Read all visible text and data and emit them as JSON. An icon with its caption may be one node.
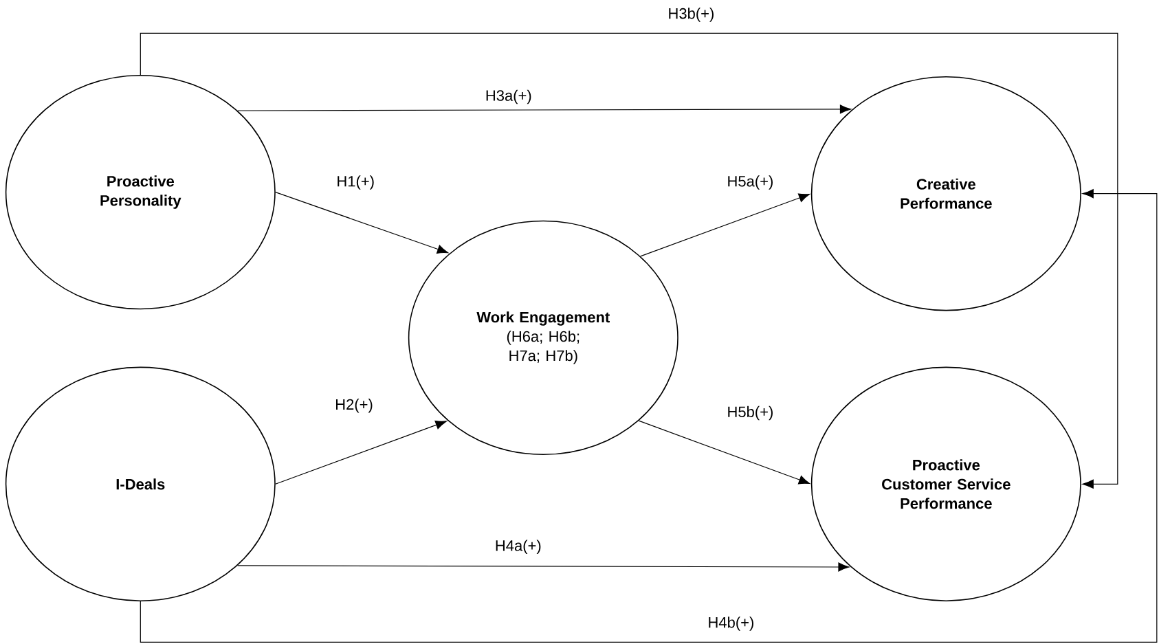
{
  "diagram": {
    "nodes": [
      {
        "text": [
          "Proactive Personality"
        ]
      },
      {
        "text": [
          "I-Deals"
        ]
      },
      {
        "text": [
          "Work Engagement",
          "(H6a; H6b; H7a; H7b)"
        ]
      },
      {
        "text": [
          "Creative Performance"
        ]
      },
      {
        "text": [
          "Proactive Customer Service Performance"
        ]
      }
    ],
    "edges": [
      {
        "from": 0,
        "to": 2,
        "arrow": "to",
        "label": "H1(+)"
      },
      {
        "from": 1,
        "to": 2,
        "arrow": "to",
        "label": "H2(+)"
      },
      {
        "from": 0,
        "to": 3,
        "arrow": "to",
        "label": "H3a(+)"
      },
      {
        "from": 0,
        "to": 4,
        "arrow": "to",
        "label": "H3b(+)"
      },
      {
        "from": 1,
        "to": 3,
        "arrow": "to",
        "label": "H4b(+)"
      },
      {
        "from": 1,
        "to": 4,
        "arrow": "to",
        "label": "H4a(+)"
      },
      {
        "from": 2,
        "to": 3,
        "arrow": "to",
        "label": "H5a(+)"
      },
      {
        "from": 2,
        "to": 4,
        "arrow": "to",
        "label": "H5b(+)"
      }
    ]
  }
}
